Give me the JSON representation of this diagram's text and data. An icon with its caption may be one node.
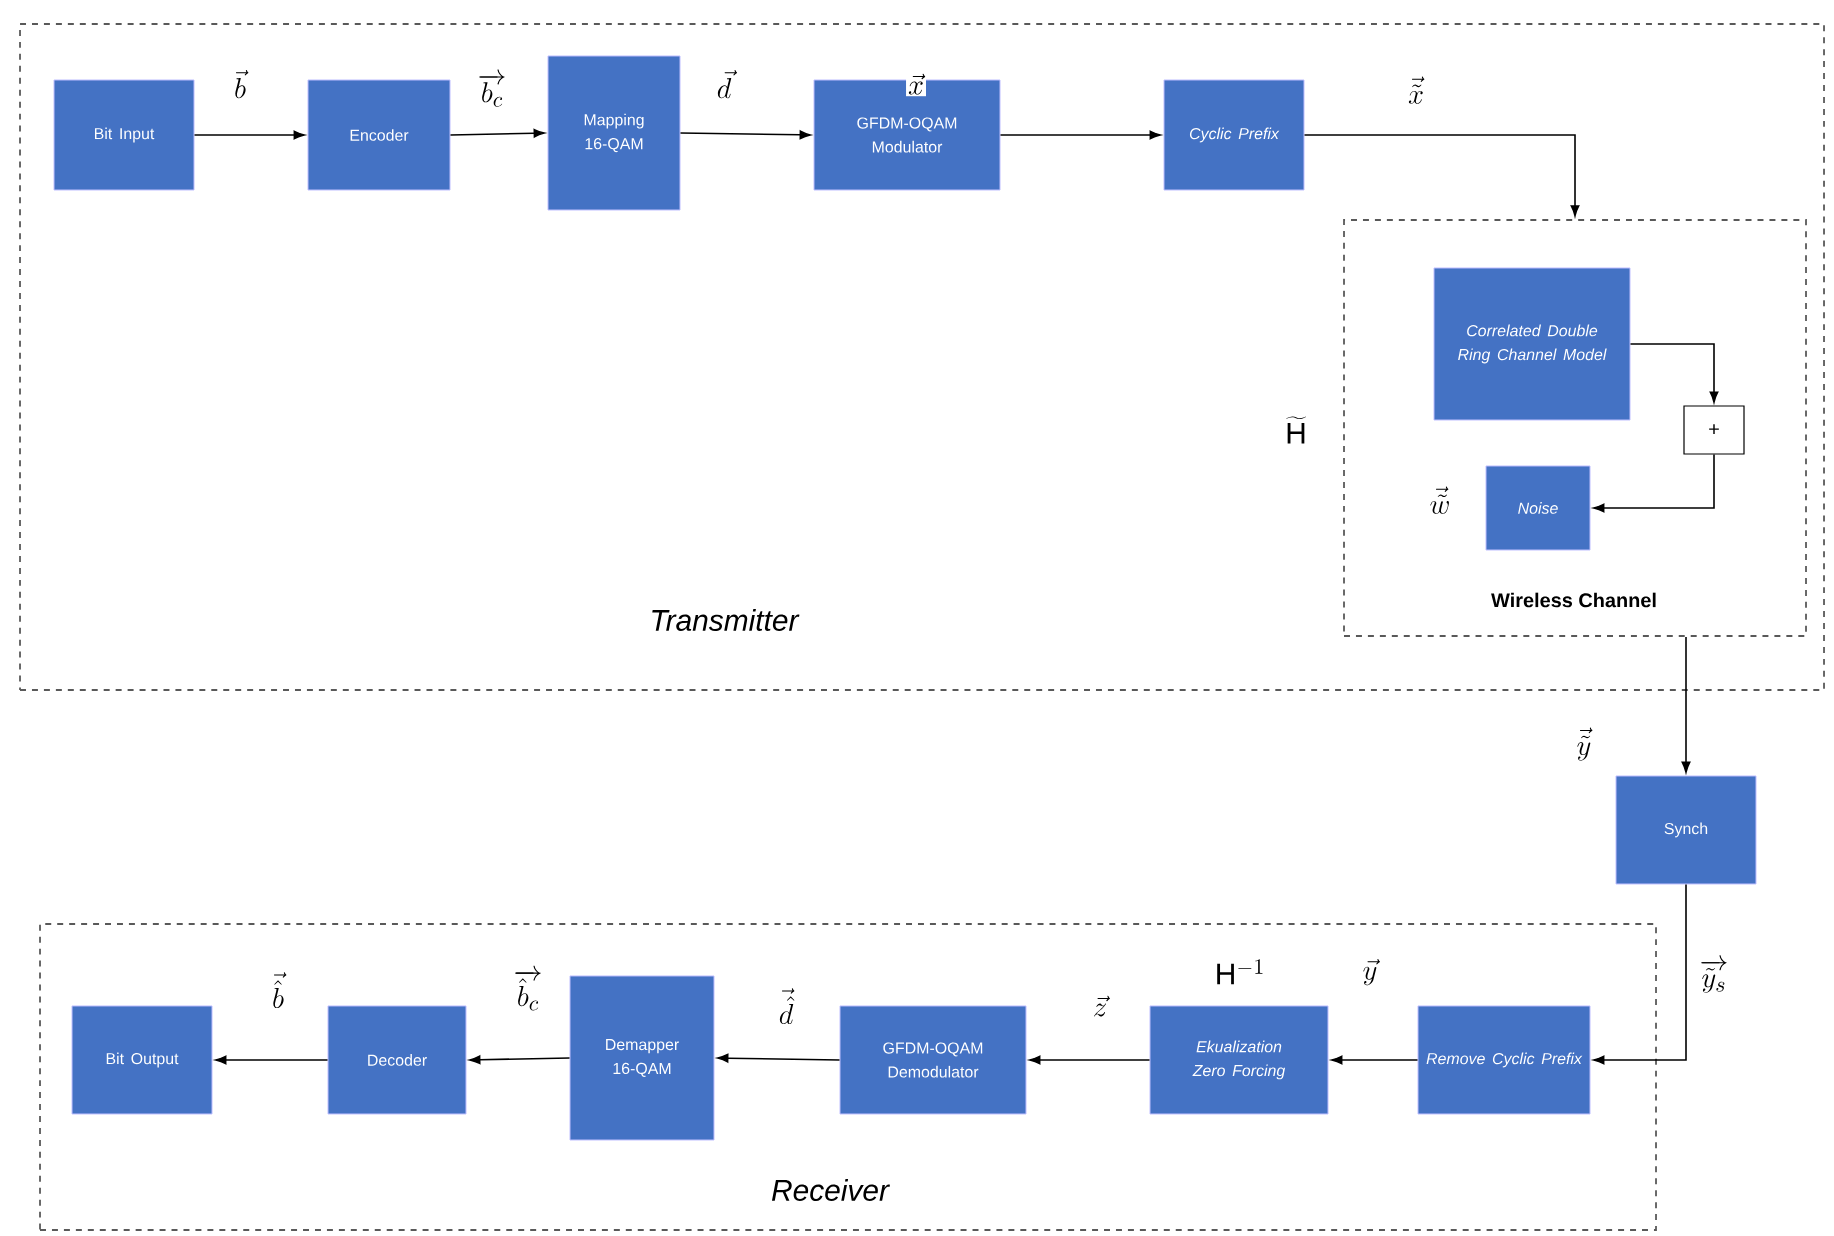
{
  "diagram": {
    "nodes": [
      {
        "text": [
          "Transmitter"
        ]
      },
      {
        "text": [
          "Bit Input"
        ],
        "in": 0
      },
      {
        "text": [
          "Encoder"
        ],
        "in": 0
      },
      {
        "text": [
          "Mapping 16-QAM"
        ],
        "in": 0
      },
      {
        "text": [
          "GFDM-OQAM Modulator"
        ],
        "in": 0
      },
      {
        "text": [
          "Cyclic Prefix"
        ],
        "in": 0
      },
      {
        "text": [
          "Wireless Channel"
        ],
        "in": 0,
        "beside": [
          "\\widetilde{\\mathrm{H}}"
        ]
      },
      {
        "text": [
          "Correlated Double Ring Channel Model"
        ],
        "in": 6
      },
      {
        "text": [
          "+"
        ],
        "in": 6
      },
      {
        "text": [
          "Noise"
        ],
        "in": 6,
        "beside": [
          "\\vec{\\tilde{w}}"
        ]
      },
      {
        "text": [
          "Synch"
        ]
      },
      {
        "text": [
          "Receiver"
        ]
      },
      {
        "text": [
          "Remove Cyclic Prefix"
        ],
        "in": 11
      },
      {
        "text": [
          "Ekualization Zero Forcing"
        ],
        "in": 11,
        "beside": [
          "\\mathrm{H}^{-1}"
        ]
      },
      {
        "text": [
          "GFDM-OQAM Demodulator"
        ],
        "in": 11
      },
      {
        "text": [
          "Demapper 16-QAM"
        ],
        "in": 11
      },
      {
        "text": [
          "Decoder"
        ],
        "in": 11
      },
      {
        "text": [
          "Bit Output"
        ],
        "in": 11
      }
    ],
    "edges": [
      {
        "from": 1,
        "to": 2,
        "arrow": "to",
        "label": "\\vec{b}"
      },
      {
        "from": 2,
        "to": 3,
        "arrow": "to",
        "label": "\\overrightarrow{b_c}"
      },
      {
        "from": 3,
        "to": 4,
        "arrow": "to",
        "label": "\\vec{d}"
      },
      {
        "from": 4,
        "to": 5,
        "arrow": "to",
        "label": "\\vec{x}"
      },
      {
        "from": 5,
        "to": 6,
        "arrow": "to",
        "label": "\\vec{\\tilde{x}}"
      },
      {
        "from": 7,
        "to": 8,
        "arrow": "to"
      },
      {
        "from": 8,
        "to": 9,
        "arrow": "to"
      },
      {
        "from": 6,
        "to": 10,
        "arrow": "to",
        "label": "\\vec{\\tilde{y}}"
      },
      {
        "from": 10,
        "to": 12,
        "arrow": "to",
        "label": "\\overrightarrow{\\tilde{y}_s}"
      },
      {
        "from": 12,
        "to": 13,
        "arrow": "to",
        "label": "\\vec{y}"
      },
      {
        "from": 13,
        "to": 14,
        "arrow": "to",
        "label": "\\vec{z}"
      },
      {
        "from": 14,
        "to": 15,
        "arrow": "to",
        "label": "\\vec{\\hat{d}}"
      },
      {
        "from": 15,
        "to": 16,
        "arrow": "to",
        "label": "\\overrightarrow{\\hat{b}_c}"
      },
      {
        "from": 16,
        "to": 17,
        "arrow": "to",
        "label": "\\vec{\\hat{b}}"
      }
    ]
  }
}
